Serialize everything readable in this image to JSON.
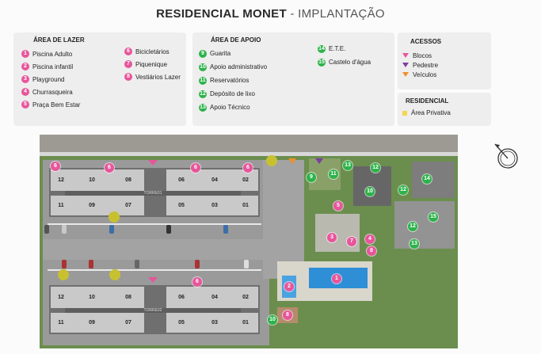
{
  "header": {
    "title_bold": "RESIDENCIAL MONET",
    "title_sep": " - ",
    "title_light": "IMPLANTAÇÃO"
  },
  "lazer": {
    "title": "ÁREA DE LAZER",
    "items": [
      {
        "n": "1",
        "label": "Piscina Adulto"
      },
      {
        "n": "2",
        "label": "Piscina infantil"
      },
      {
        "n": "3",
        "label": "Playground"
      },
      {
        "n": "4",
        "label": "Churrasqueira"
      },
      {
        "n": "5",
        "label": "Praça Bem Estar"
      },
      {
        "n": "6",
        "label": "Bicicletários"
      },
      {
        "n": "7",
        "label": "Piquenique"
      },
      {
        "n": "8",
        "label": "Vestiários Lazer"
      }
    ]
  },
  "apoio": {
    "title": "ÁREA DE APOIO",
    "items": [
      {
        "n": "9",
        "label": "Guarita"
      },
      {
        "n": "10",
        "label": "Apoio administrativo"
      },
      {
        "n": "11",
        "label": "Reservatórios"
      },
      {
        "n": "12",
        "label": "Depósito de lixo"
      },
      {
        "n": "13",
        "label": "Apoio Técnico"
      },
      {
        "n": "14",
        "label": "E.T.E."
      },
      {
        "n": "15",
        "label": "Castelo d'água"
      }
    ]
  },
  "acessos": {
    "title": "ACESSOS",
    "items": [
      {
        "label": "Blocos",
        "color": "#e8559b"
      },
      {
        "label": "Pedestre",
        "color": "#7b3fa0"
      },
      {
        "label": "Veículos",
        "color": "#f0902a"
      }
    ]
  },
  "residencial": {
    "title": "RESIDENCIAL",
    "item": "Área Privativa",
    "color": "#f5d64b"
  },
  "towers": {
    "t1": {
      "label": "TORRE01",
      "top": [
        "12",
        "10",
        "08",
        "06",
        "04",
        "02"
      ],
      "bottom": [
        "11",
        "09",
        "07",
        "05",
        "03",
        "01"
      ]
    },
    "t2": {
      "label": "TORRE02",
      "top": [
        "12",
        "10",
        "08",
        "06",
        "04",
        "02"
      ],
      "bottom": [
        "11",
        "09",
        "07",
        "05",
        "03",
        "01"
      ]
    }
  },
  "map_pins": {
    "p1": "1",
    "p2": "2",
    "p3": "3",
    "p4": "4",
    "p5": "5",
    "p6": "6",
    "p7": "7",
    "p8": "8",
    "p9": "9",
    "p10": "10",
    "p11": "11",
    "p12": "12",
    "p13": "13",
    "p14": "14",
    "p15": "15"
  },
  "colors": {
    "lazer": "#e8559b",
    "apoio": "#2db34a",
    "grass": "#6b8e4e",
    "pool": "#2f8fd6"
  }
}
